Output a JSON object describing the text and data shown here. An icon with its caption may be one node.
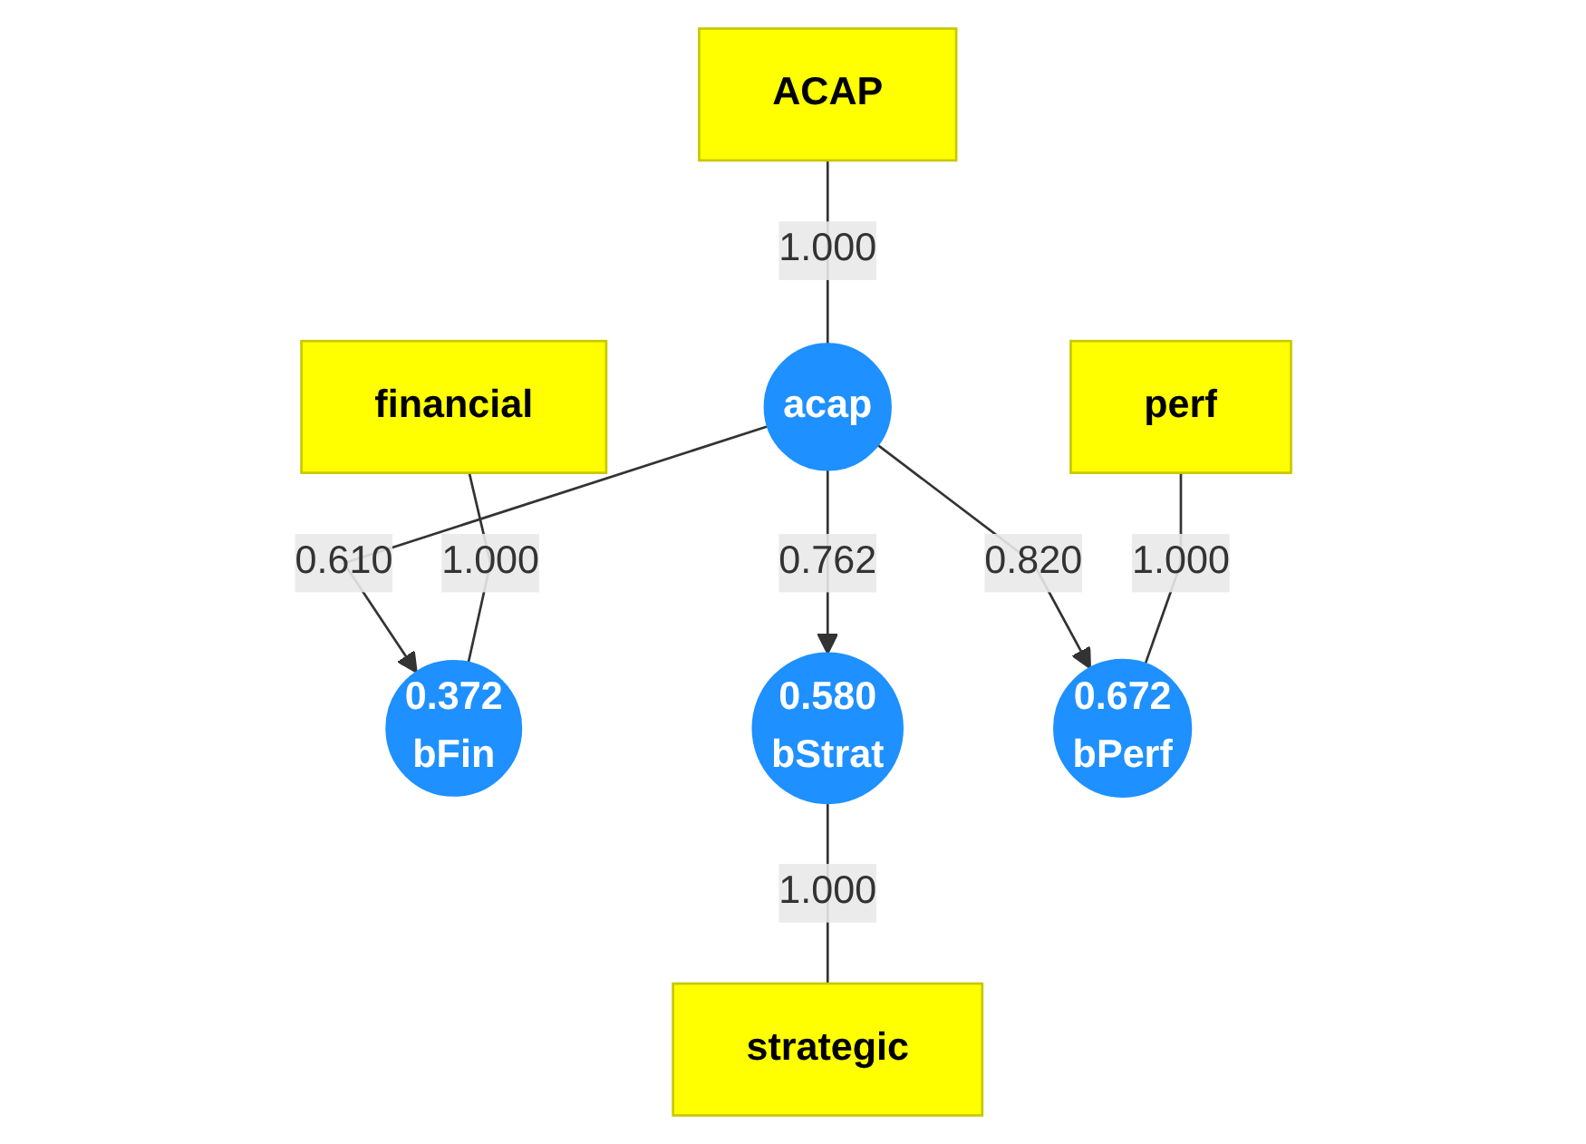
{
  "diagram": {
    "nodes": [
      {
        "text": [
          "ACAP"
        ]
      },
      {
        "text": [
          "acap"
        ]
      },
      {
        "text": [
          "financial"
        ]
      },
      {
        "text": [
          "0.372",
          "bFin"
        ]
      },
      {
        "text": [
          "0.580",
          "bStrat"
        ]
      },
      {
        "text": [
          "strategic"
        ]
      },
      {
        "text": [
          "perf"
        ]
      },
      {
        "text": [
          "0.672",
          "bPerf"
        ]
      }
    ],
    "edges": [
      {
        "from": 0,
        "to": 1,
        "arrow": "none",
        "label": "1.000"
      },
      {
        "from": 1,
        "to": 3,
        "arrow": "to",
        "label": "0.610"
      },
      {
        "from": 1,
        "to": 7,
        "arrow": "to",
        "label": "0.820"
      },
      {
        "from": 1,
        "to": 4,
        "arrow": "to",
        "label": "0.762"
      },
      {
        "from": 2,
        "to": 3,
        "arrow": "none",
        "label": "1.000"
      },
      {
        "from": 4,
        "to": 5,
        "arrow": "none",
        "label": "1.000"
      },
      {
        "from": 6,
        "to": 7,
        "arrow": "none",
        "label": "1.000"
      }
    ]
  }
}
